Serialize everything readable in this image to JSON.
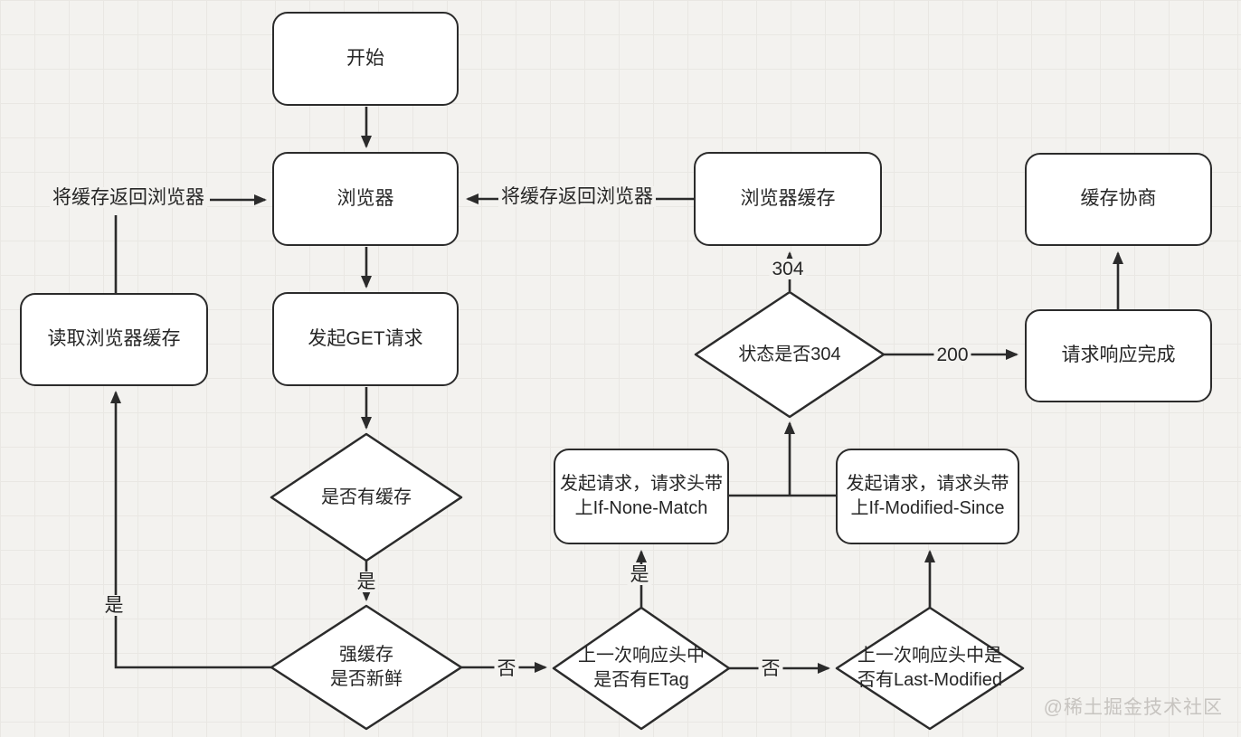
{
  "colors": {
    "background": "#f3f2ef",
    "grid_line": "#e9e7e3",
    "stroke": "#2b2b2b",
    "node_fill": "#ffffff",
    "text": "#262626",
    "watermark_text": "#c7c4c0"
  },
  "nodes": {
    "start": {
      "label": "开始"
    },
    "browser": {
      "label": "浏览器"
    },
    "get_request": {
      "label": "发起GET请求"
    },
    "read_browser_cache": {
      "label": "读取浏览器缓存"
    },
    "browser_cache": {
      "label": "浏览器缓存"
    },
    "cache_negotiation": {
      "label": "缓存协商"
    },
    "request_response_done": {
      "label": "请求响应完成"
    },
    "request_if_none_match": {
      "label": "发起请求，请求头带\n上If-None-Match"
    },
    "request_if_modified_since": {
      "label": "发起请求，请求头带\n上If-Modified-Since"
    },
    "has_cache": {
      "label": "是否有缓存"
    },
    "strong_cache_fresh": {
      "label": "强缓存\n是否新鲜"
    },
    "status_is_304": {
      "label": "状态是否304"
    },
    "has_etag": {
      "label": "上一次响应头中\n是否有ETag"
    },
    "has_last_modified": {
      "label": "上一次响应头中是\n否有Last-Modified"
    }
  },
  "edge_labels": {
    "return_cache_to_browser_left": "将缓存返回浏览器",
    "return_cache_to_browser_right": "将缓存返回浏览器",
    "yes_after_has_cache": "是",
    "yes_strong_fresh_branch": "是",
    "no_strong_fresh_branch": "否",
    "yes_has_etag_branch": "是",
    "no_has_etag_branch": "否",
    "code_304": "304",
    "code_200": "200"
  },
  "connections": [
    {
      "from": "开始",
      "to": "浏览器",
      "label": ""
    },
    {
      "from": "浏览器",
      "to": "发起GET请求",
      "label": ""
    },
    {
      "from": "发起GET请求",
      "to": "是否有缓存",
      "label": ""
    },
    {
      "from": "是否有缓存",
      "to": "强缓存 是否新鲜",
      "label": "是"
    },
    {
      "from": "强缓存 是否新鲜",
      "to": "读取浏览器缓存",
      "label": "是"
    },
    {
      "from": "读取浏览器缓存",
      "to": "浏览器",
      "label": "将缓存返回浏览器"
    },
    {
      "from": "强缓存 是否新鲜",
      "to": "上一次响应头中是否有ETag",
      "label": "否"
    },
    {
      "from": "上一次响应头中是否有ETag",
      "to": "发起请求，请求头带上If-None-Match",
      "label": "是"
    },
    {
      "from": "上一次响应头中是否有ETag",
      "to": "上一次响应头中是否有Last-Modified",
      "label": "否"
    },
    {
      "from": "上一次响应头中是否有Last-Modified",
      "to": "发起请求，请求头带上If-Modified-Since",
      "label": ""
    },
    {
      "from": "发起请求，请求头带上If-None-Match / If-Modified-Since",
      "to": "状态是否304",
      "label": ""
    },
    {
      "from": "状态是否304",
      "to": "浏览器缓存",
      "label": "304"
    },
    {
      "from": "状态是否304",
      "to": "请求响应完成",
      "label": "200"
    },
    {
      "from": "浏览器缓存",
      "to": "浏览器",
      "label": "将缓存返回浏览器"
    },
    {
      "from": "请求响应完成",
      "to": "缓存协商",
      "label": ""
    }
  ],
  "watermark": "@稀土掘金技术社区"
}
